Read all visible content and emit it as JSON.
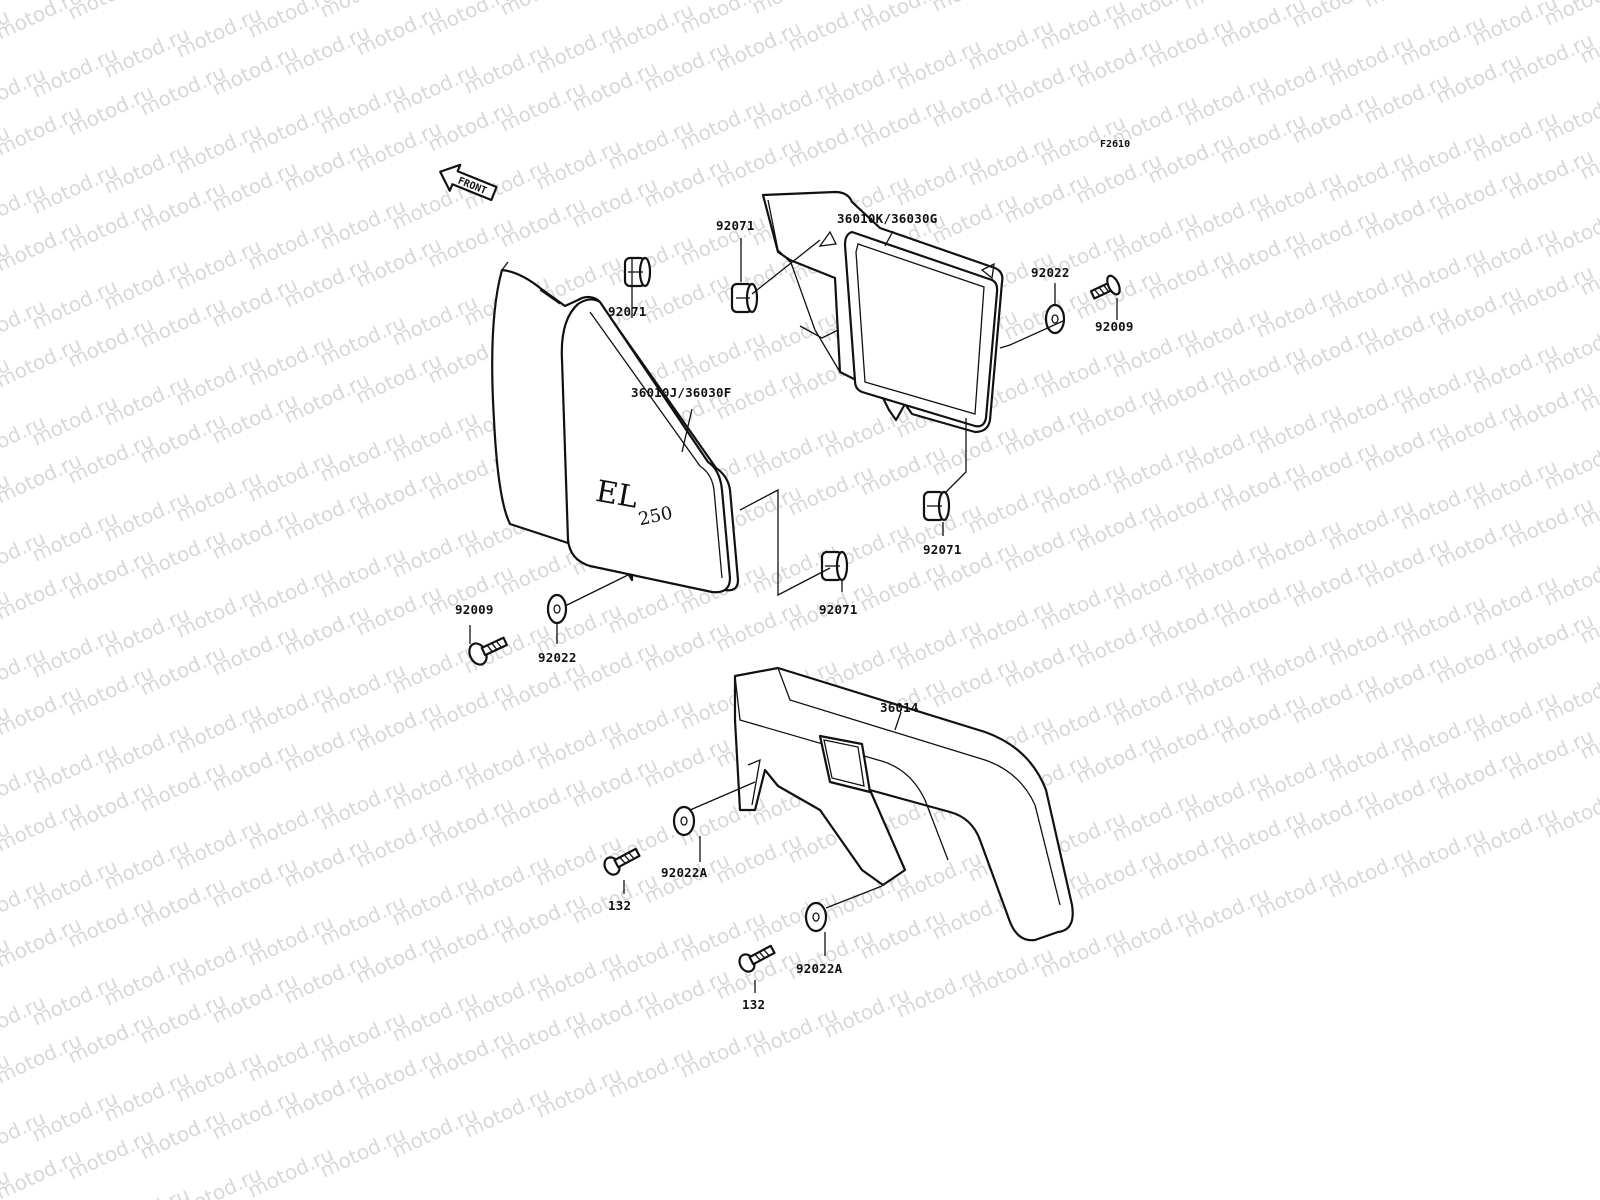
{
  "diagram": {
    "figure_code": "F2610",
    "front_arrow_text": "FRONT",
    "watermark_text": "motod.ru",
    "cover_logo_main": "EL",
    "cover_logo_number": "250",
    "labels": {
      "cover_right": "36010K/36030G",
      "cover_left": "36010J/36030F",
      "chain_guard": "36014",
      "grommet_top": "92071",
      "grommet_mid": "92071",
      "grommet_right": "92071",
      "grommet_center": "92071",
      "washer_right": "92022",
      "bolt_right": "92009",
      "bolt_left": "92009",
      "washer_left": "92022",
      "washer_guard_1": "92022A",
      "washer_guard_2": "92022A",
      "bolt_guard_1": "132",
      "bolt_guard_2": "132"
    }
  }
}
